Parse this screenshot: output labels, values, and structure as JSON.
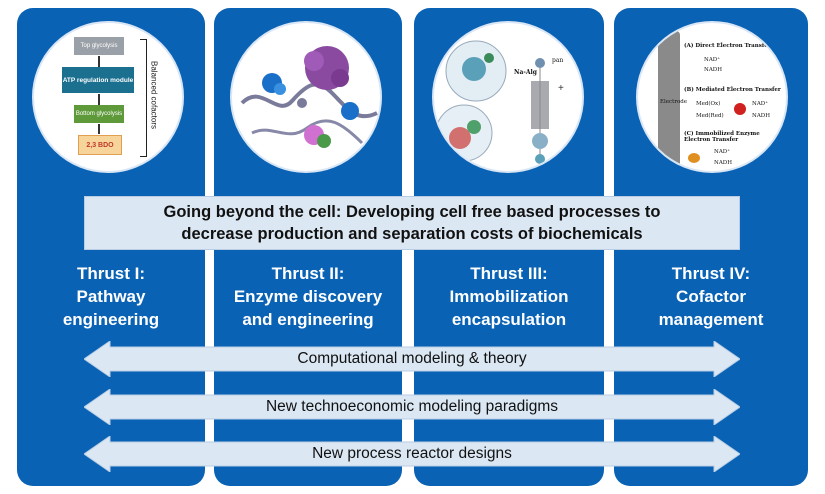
{
  "thrusts": [
    {
      "lines": [
        "Thrust I:",
        "Pathway",
        "engineering"
      ]
    },
    {
      "lines": [
        "Thrust II:",
        "Enzyme discovery",
        "and engineering"
      ]
    },
    {
      "lines": [
        "Thrust III:",
        "Immobilization",
        "encapsulation"
      ]
    },
    {
      "lines": [
        "Thrust IV:",
        "Cofactor",
        "management"
      ]
    }
  ],
  "banner": {
    "line1": "Going beyond the cell: Developing cell free based processes to",
    "line2": "decrease production and separation costs of biochemicals"
  },
  "arrows": [
    "Computational modeling & theory",
    "New technoeconomic modeling paradigms",
    "New process reactor designs"
  ],
  "pathway": {
    "top": "Top glycolysis",
    "atp": "ATP regulation module",
    "bottom": "Bottom glycolysis",
    "product": "2,3 BDO",
    "side_label": "Balanced cofactors"
  },
  "encapsulation": {
    "label_a": "Na-Alg",
    "label_b": "pan"
  },
  "cofactor": {
    "electrode": "Electrode",
    "a_title": "(A) Direct Electron Transfer",
    "b_title": "(B) Mediated Electron Transfer",
    "c_title": "(C) Immobilized Enzyme Electron Transfer",
    "nad": "NAD⁺",
    "nadh": "NADH",
    "med_ox": "Med(Ox)",
    "med_red": "Med(Red)"
  },
  "colors": {
    "panel": "#0a62b5",
    "banner": "#dbe8f4",
    "arrow": "#dbe8f4",
    "thrust_text": "#ffffff"
  }
}
